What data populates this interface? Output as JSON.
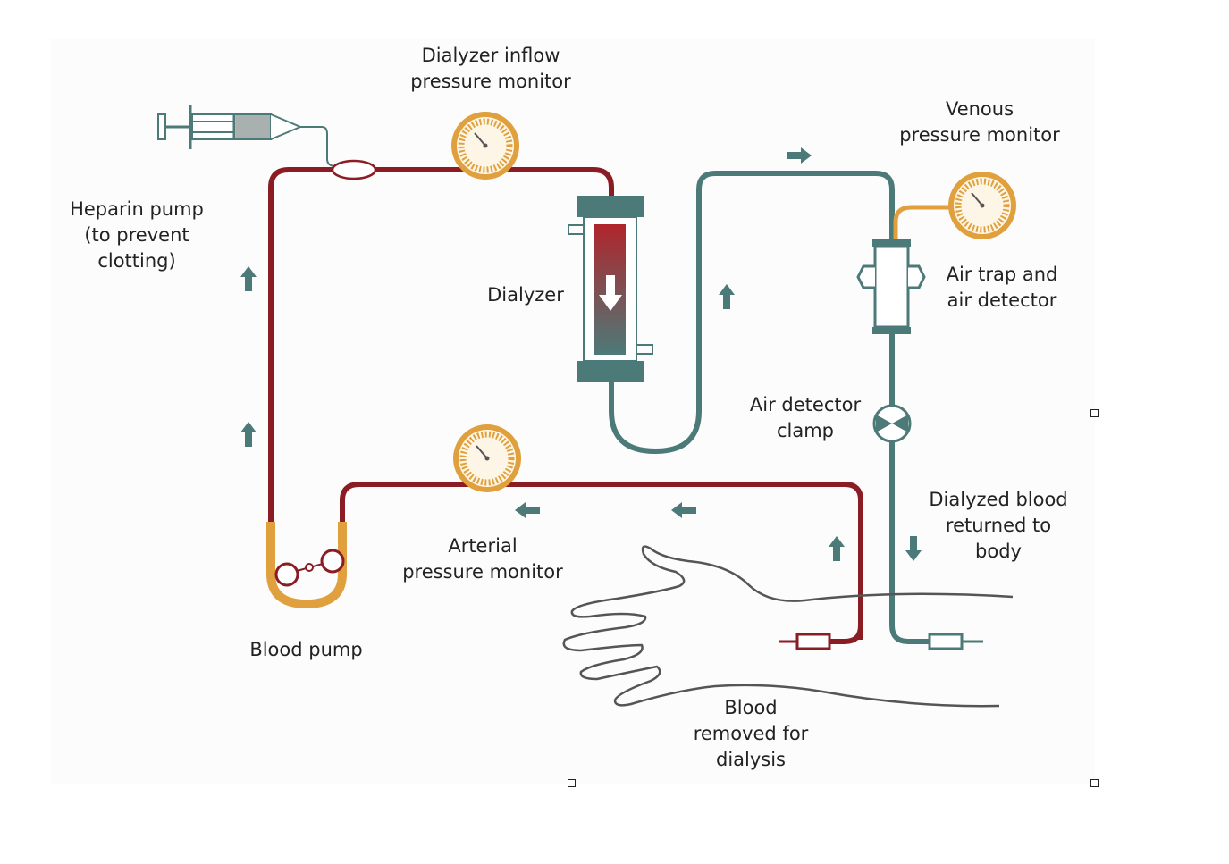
{
  "colors": {
    "blood_line": "#8c1c24",
    "return_line": "#4c7a78",
    "pump_segment": "#e0a03e",
    "gauge_face": "#fdf6e6",
    "hand_outline": "#555555",
    "label_text": "#222222"
  },
  "labels": {
    "dialyzer_inflow": [
      "Dialyzer inflow",
      "pressure monitor"
    ],
    "venous": [
      "Venous",
      "pressure monitor"
    ],
    "heparin": [
      "Heparin pump",
      "(to prevent",
      "clotting)"
    ],
    "dialyzer": "Dialyzer",
    "air_trap": [
      "Air trap and",
      "air detector"
    ],
    "air_clamp": [
      "Air detector",
      "clamp"
    ],
    "dialyzed_blood": [
      "Dialyzed blood",
      "returned to",
      "body"
    ],
    "arterial": [
      "Arterial",
      "pressure monitor"
    ],
    "blood_pump": "Blood pump",
    "blood_removed": [
      "Blood",
      "removed for",
      "dialysis"
    ]
  },
  "icons": [
    "syringe-icon",
    "gauge-icon",
    "dialyzer-icon",
    "air-trap-icon",
    "clamp-icon",
    "blood-pump-icon",
    "hand-icon",
    "arrow-icon",
    "connector-icon"
  ]
}
